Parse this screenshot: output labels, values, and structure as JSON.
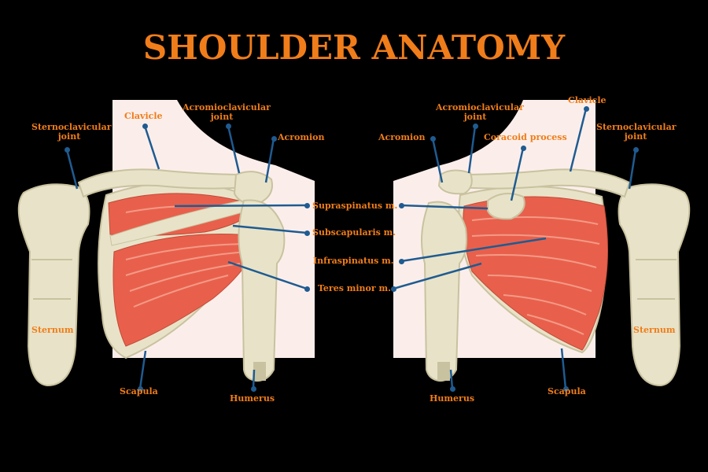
{
  "title": "SHOULDER ANATOMY",
  "colors": {
    "title": "#f07d1a",
    "label": "#f07d1a",
    "leader": "#1f5b91",
    "bone": "#e8e3c8",
    "bone_shade": "#c9c2a0",
    "muscle": "#e8604c",
    "muscle_light": "#f49a86",
    "skin": "#fbeeea",
    "background": "#000000"
  },
  "labels": {
    "sternoclavicular_left": [
      "Sternoclavicular",
      "joint"
    ],
    "clavicle_left": "Clavicle",
    "acromioclavicular_left": [
      "Acromioclavicular",
      "joint"
    ],
    "acromion_left": "Acromion",
    "sternum_left": "Sternum",
    "scapula_left": "Scapula",
    "humerus_left": "Humerus",
    "supraspinatus": "Supraspinatus m.",
    "subscapularis": "Subscapularis m.",
    "infraspinatus": "Infraspinatus m.",
    "teres_minor": "Teres minor m.",
    "acromioclavicular_right": [
      "Acromioclavicular",
      "joint"
    ],
    "acromion_right": "Acromion",
    "coracoid": "Coracoid process",
    "clavicle_right": "Clavicle",
    "sternoclavicular_right": [
      "Sternoclavicular",
      "joint"
    ],
    "sternum_right": "Sternum",
    "scapula_right": "Scapula",
    "humerus_right": "Humerus"
  }
}
